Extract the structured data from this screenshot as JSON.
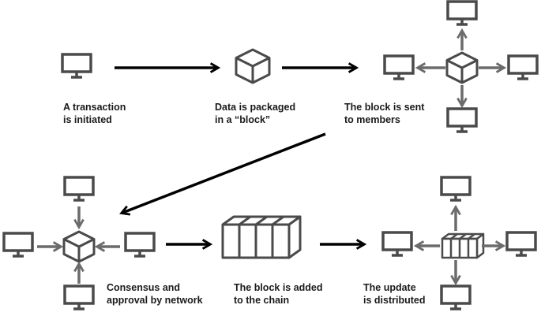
{
  "steps": [
    {
      "line1": "A transaction",
      "line2": "is initiated"
    },
    {
      "line1": "Data is packaged",
      "line2": "in a “block”"
    },
    {
      "line1": "The block is sent",
      "line2": "to members"
    },
    {
      "line1": "Consensus and",
      "line2": "approval by network"
    },
    {
      "line1": "The block is added",
      "line2": "to the chain"
    },
    {
      "line1": "The update",
      "line2": "is distributed"
    }
  ],
  "colors": {
    "icon": "#4a4a4a",
    "arrow_main": "#000000",
    "arrow_network": "#6b6b6b"
  }
}
